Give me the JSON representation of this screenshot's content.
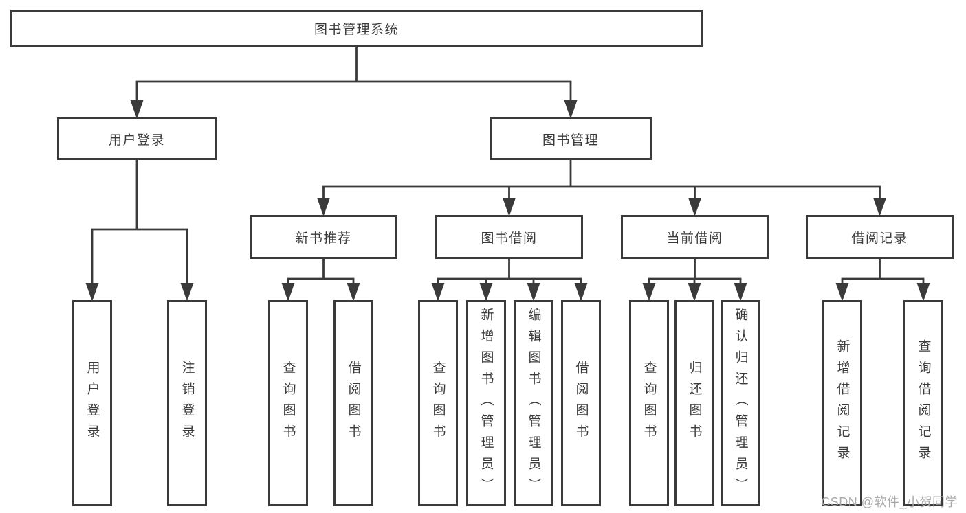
{
  "diagram": {
    "type": "hierarchy-tree",
    "nodes": [
      {
        "id": "root",
        "level": 1,
        "label": "图书管理系统"
      },
      {
        "id": "user-login-group",
        "level": 2,
        "label": "用户登录"
      },
      {
        "id": "book-mgmt",
        "level": 2,
        "label": "图书管理"
      },
      {
        "id": "new-book",
        "level": 3,
        "label": "新书推荐"
      },
      {
        "id": "book-borrow",
        "level": 3,
        "label": "图书借阅"
      },
      {
        "id": "current-borrow",
        "level": 3,
        "label": "当前借阅"
      },
      {
        "id": "borrow-records",
        "level": 3,
        "label": "借阅记录"
      },
      {
        "id": "leaf-user-login",
        "level": 4,
        "label": "用户登录"
      },
      {
        "id": "leaf-logout",
        "level": 4,
        "label": "注销登录"
      },
      {
        "id": "leaf-nb-query",
        "level": 4,
        "label": "查询图书"
      },
      {
        "id": "leaf-nb-borrow",
        "level": 4,
        "label": "借阅图书"
      },
      {
        "id": "leaf-bw-query",
        "level": 4,
        "label": "查询图书"
      },
      {
        "id": "leaf-bw-add",
        "level": 4,
        "label": "新增图书（管理员）"
      },
      {
        "id": "leaf-bw-edit",
        "level": 4,
        "label": "编辑图书（管理员）"
      },
      {
        "id": "leaf-bw-borrow",
        "level": 4,
        "label": "借阅图书"
      },
      {
        "id": "leaf-cur-query",
        "level": 4,
        "label": "查询图书"
      },
      {
        "id": "leaf-cur-return",
        "level": 4,
        "label": "归还图书"
      },
      {
        "id": "leaf-cur-confirm",
        "level": 4,
        "label": "确认归还（管理员）"
      },
      {
        "id": "leaf-rec-add",
        "level": 4,
        "label": "新增借阅记录"
      },
      {
        "id": "leaf-rec-query",
        "level": 4,
        "label": "查询借阅记录"
      }
    ],
    "edges": [
      {
        "from": "root",
        "to": [
          "user-login-group",
          "book-mgmt"
        ]
      },
      {
        "from": "user-login-group",
        "to": [
          "leaf-user-login",
          "leaf-logout"
        ]
      },
      {
        "from": "book-mgmt",
        "to": [
          "new-book",
          "book-borrow",
          "current-borrow",
          "borrow-records"
        ]
      },
      {
        "from": "new-book",
        "to": [
          "leaf-nb-query",
          "leaf-nb-borrow"
        ]
      },
      {
        "from": "book-borrow",
        "to": [
          "leaf-bw-query",
          "leaf-bw-add",
          "leaf-bw-edit",
          "leaf-bw-borrow"
        ]
      },
      {
        "from": "current-borrow",
        "to": [
          "leaf-cur-query",
          "leaf-cur-return",
          "leaf-cur-confirm"
        ]
      },
      {
        "from": "borrow-records",
        "to": [
          "leaf-rec-add",
          "leaf-rec-query"
        ]
      }
    ],
    "watermark": "CSDN @软件_小贺同学",
    "colors": {
      "line": "#3a3a3a",
      "text": "#3b3b3b",
      "watermark": "#a9a9a9",
      "background": "#ffffff"
    }
  }
}
